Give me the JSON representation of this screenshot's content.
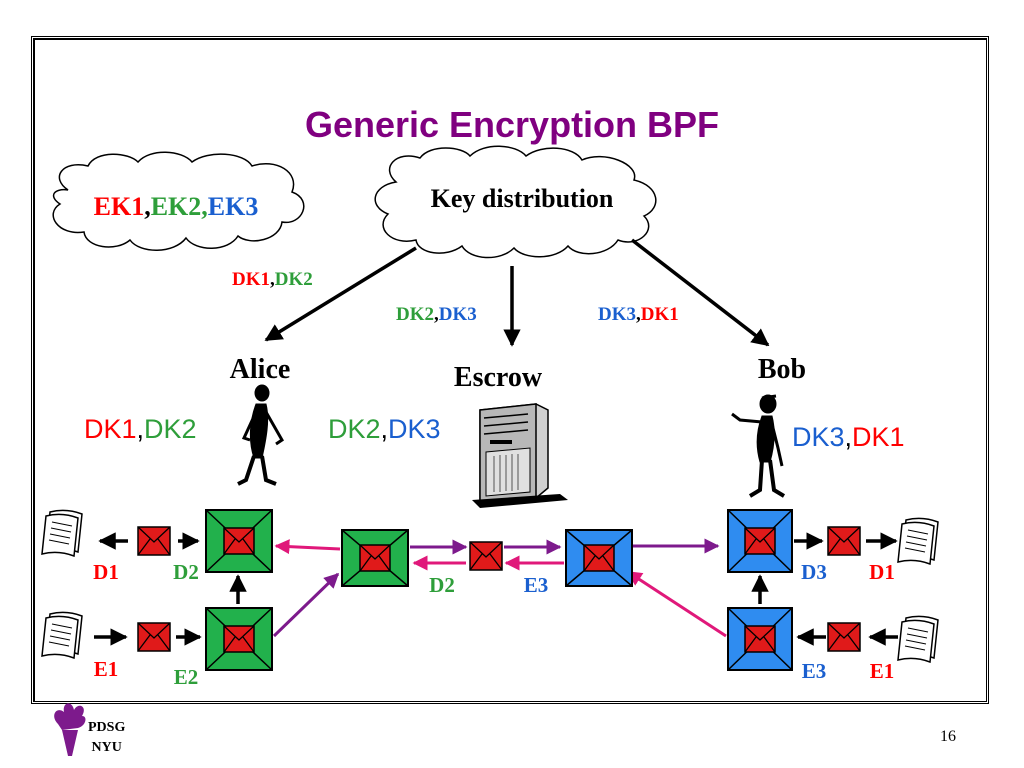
{
  "title": "Generic Encryption BPF",
  "colors": {
    "title": "#800080",
    "red": "#ff0000",
    "green": "#2e9e3a",
    "blue": "#1a5fcf",
    "magenta": "#e0187a",
    "purple": "#7d1a8c",
    "green_box": "#22b14c",
    "blue_box": "#2f8cf0",
    "envelope": "#e01a1a"
  },
  "clouds": {
    "keys": {
      "ek1": "EK1",
      "sep1": ",",
      "ek2": "EK2",
      "sep2": ",",
      "ek3": "EK3"
    },
    "distribution": "Key distribution"
  },
  "arrow_labels": {
    "alice": {
      "a": "DK1",
      "sep": ",",
      "b": "DK2"
    },
    "escrow": {
      "a": "DK2",
      "sep": ",",
      "b": "DK3"
    },
    "bob": {
      "a": "DK3",
      "sep": ",",
      "b": "DK1"
    }
  },
  "parties": {
    "alice": {
      "name": "Alice",
      "k1": "DK1",
      "sep": ",",
      "k2": "DK2"
    },
    "escrow": {
      "name": "Escrow",
      "k1": "DK2",
      "sep": ",",
      "k2": "DK3"
    },
    "bob": {
      "name": "Bob",
      "k1": "DK3",
      "sep": ",",
      "k2": "DK1"
    }
  },
  "flow_labels": {
    "alice_out": "D1",
    "alice_d2": "D2",
    "alice_in": "E1",
    "alice_e2": "E2",
    "escrow_d2": "D2",
    "escrow_e3": "E3",
    "bob_d3": "D3",
    "bob_out": "D1",
    "bob_e3": "E3",
    "bob_in": "E1"
  },
  "footer": {
    "org_line1": "PDSG",
    "org_line2": "NYU",
    "page": "16"
  }
}
